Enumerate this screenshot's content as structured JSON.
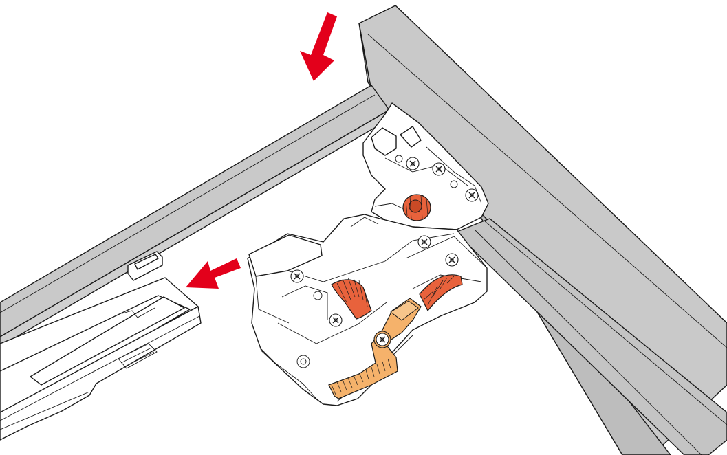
{
  "colors": {
    "frame": "#c9c9c9",
    "frame_dark": "#b4b4b4",
    "plastic": "#ffffff",
    "outline": "#1a1a1a",
    "arrow": "#e3001b",
    "knob": "#e8623c",
    "lever": "#f5b26b"
  },
  "icons": {
    "motion_arrows": [
      "arrow-down-left-icon",
      "arrow-left-icon"
    ],
    "screw": "screw-icon",
    "knob": "adjustment-wheel-icon",
    "lever": "release-lever-icon"
  },
  "parts": [
    "drawer-front-frame",
    "side-frame",
    "front-fixing-clip",
    "drawer-runner",
    "clip-mechanism"
  ]
}
